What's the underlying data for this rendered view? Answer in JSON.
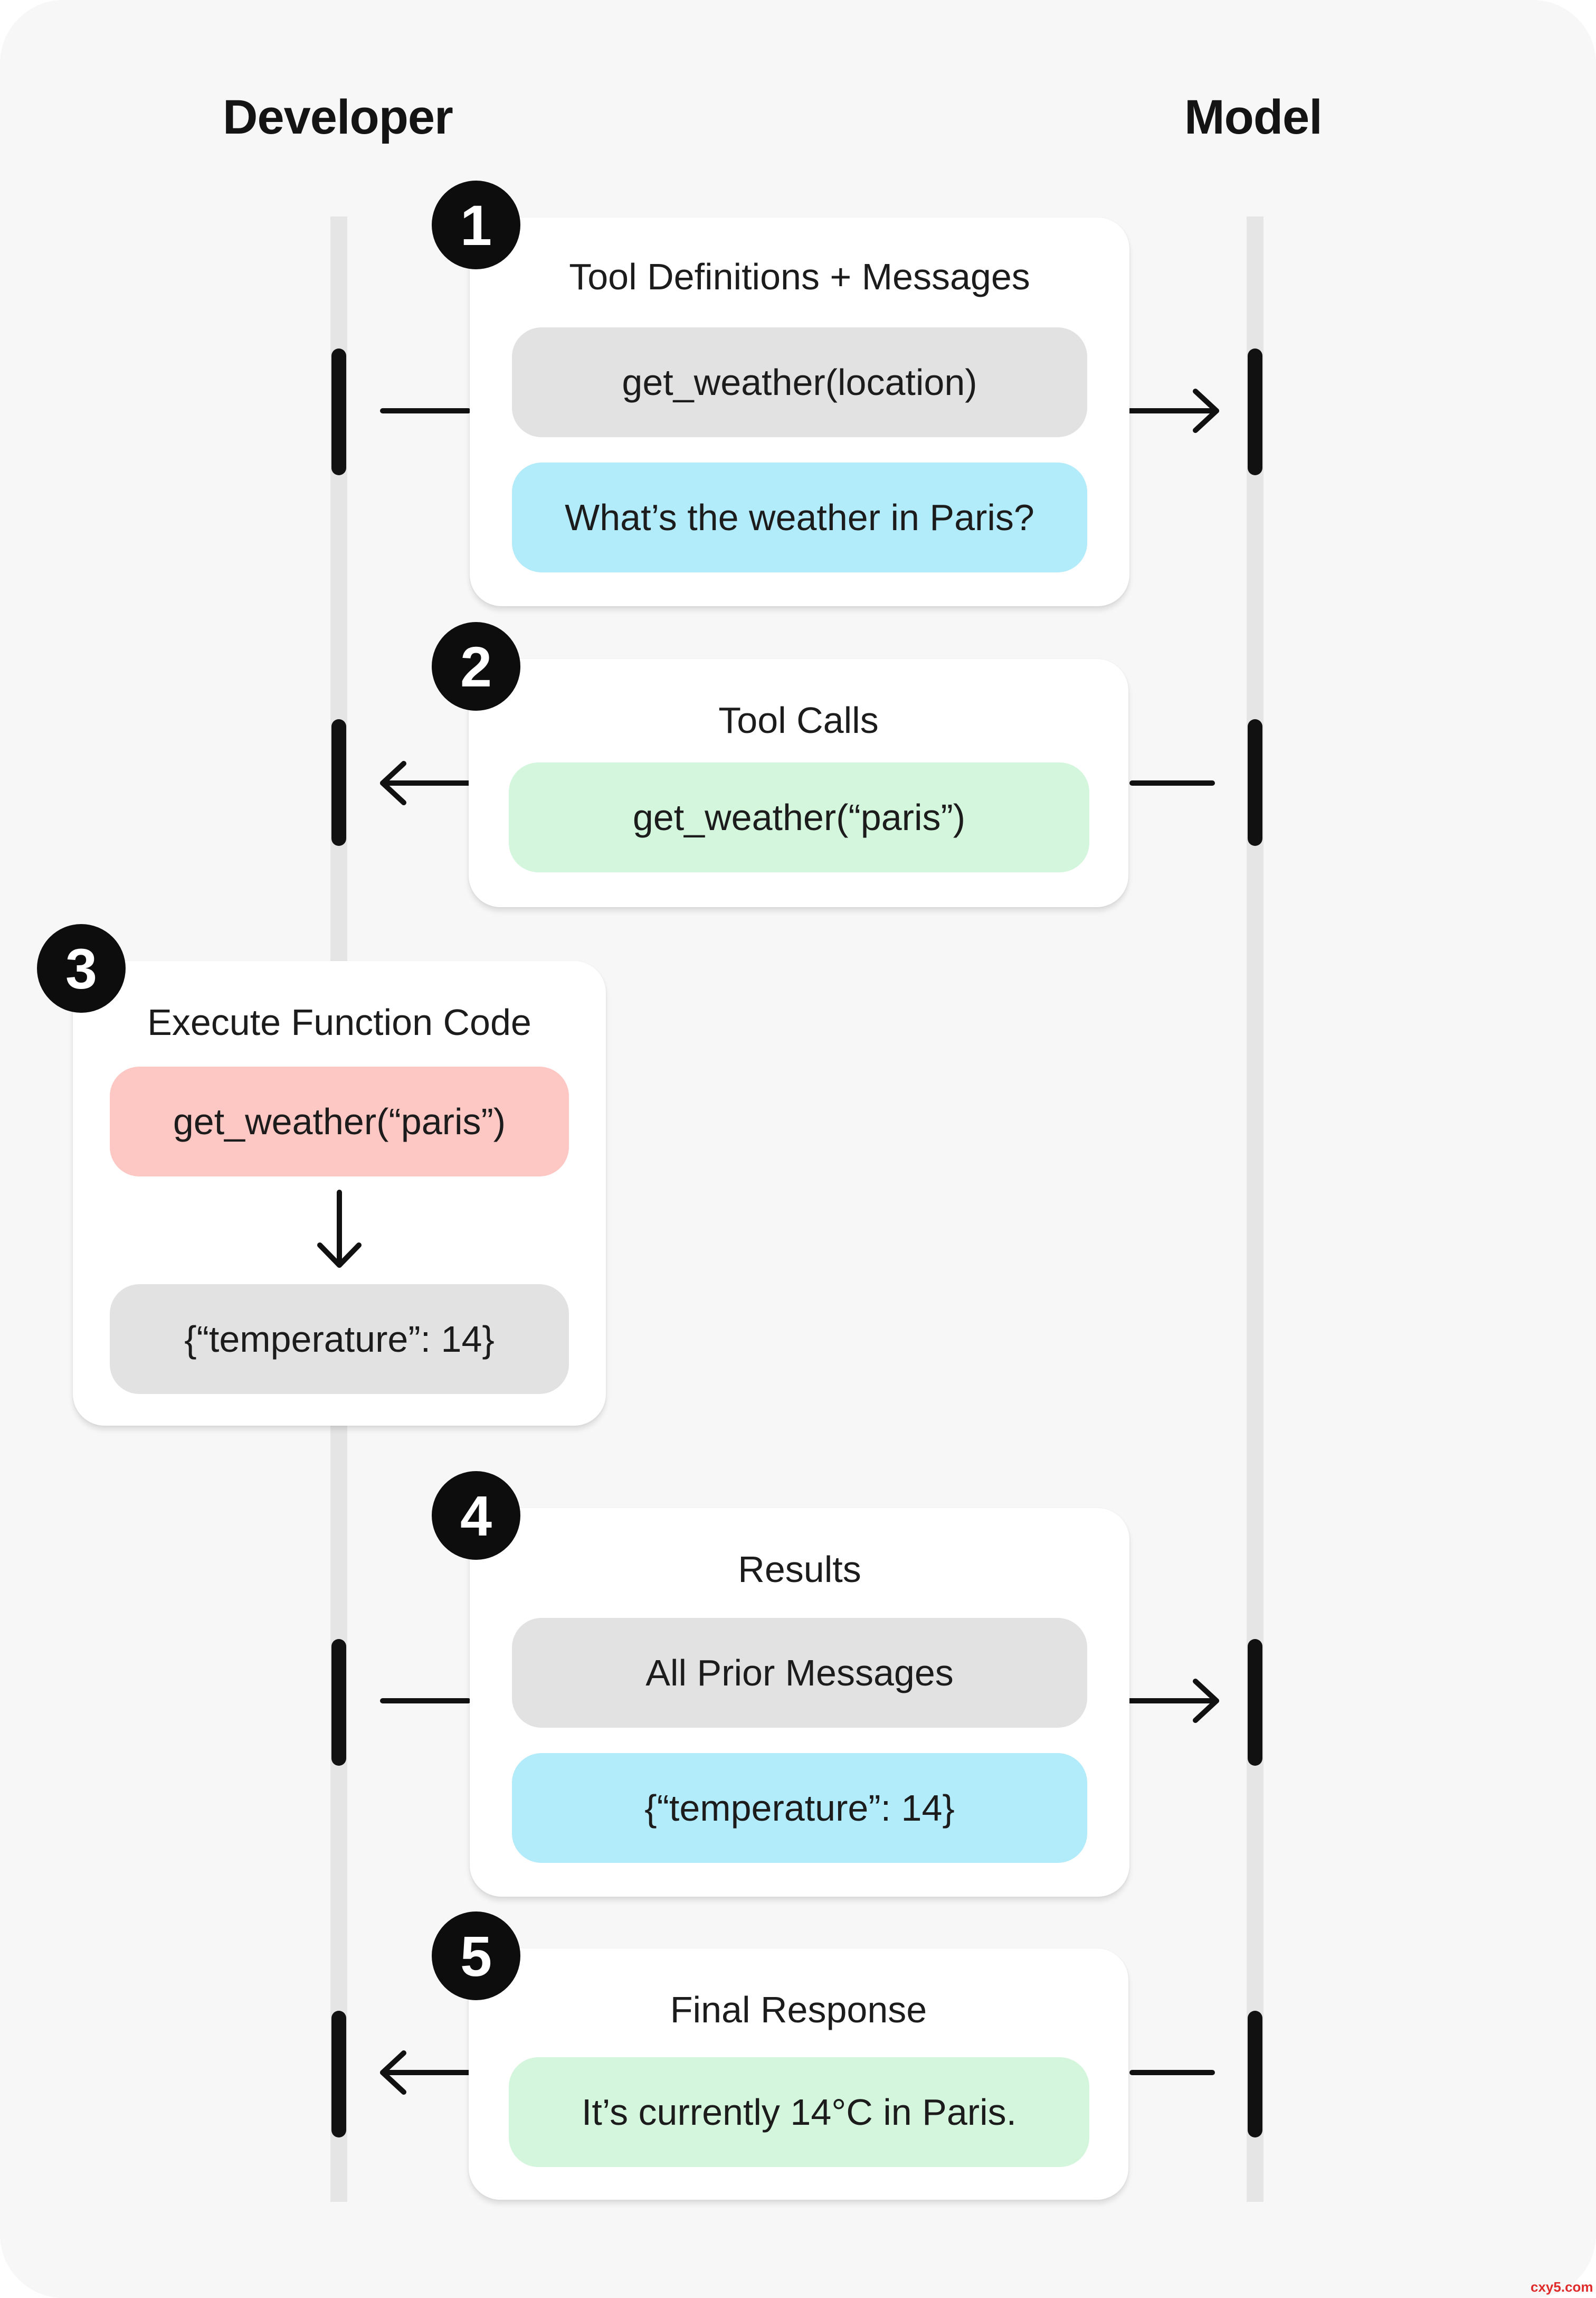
{
  "actors": {
    "left": "Developer",
    "right": "Model"
  },
  "steps": [
    {
      "number": "1",
      "title": "Tool Definitions + Messages",
      "items": [
        {
          "text": "get_weather(location)",
          "color": "#e2e2e2"
        },
        {
          "text": "What’s the weather in Paris?",
          "color": "#b2ebf9"
        }
      ],
      "direction": "developer-to-model"
    },
    {
      "number": "2",
      "title": "Tool Calls",
      "items": [
        {
          "text": "get_weather(“paris”)",
          "color": "#d4f6dd"
        }
      ],
      "direction": "model-to-developer"
    },
    {
      "number": "3",
      "title": "Execute Function Code",
      "items": [
        {
          "text": "get_weather(“paris”)",
          "color": "#fdc7c4"
        },
        {
          "text": "{“temperature”: 14}",
          "color": "#e2e2e2"
        }
      ],
      "direction": "local"
    },
    {
      "number": "4",
      "title": "Results",
      "items": [
        {
          "text": "All Prior Messages",
          "color": "#e2e2e2"
        },
        {
          "text": "{“temperature”: 14}",
          "color": "#b2ebf9"
        }
      ],
      "direction": "developer-to-model"
    },
    {
      "number": "5",
      "title": "Final Response",
      "items": [
        {
          "text": "It’s currently 14°C in Paris.",
          "color": "#d4f6dd"
        }
      ],
      "direction": "model-to-developer"
    }
  ],
  "watermark": "cxy5.com"
}
